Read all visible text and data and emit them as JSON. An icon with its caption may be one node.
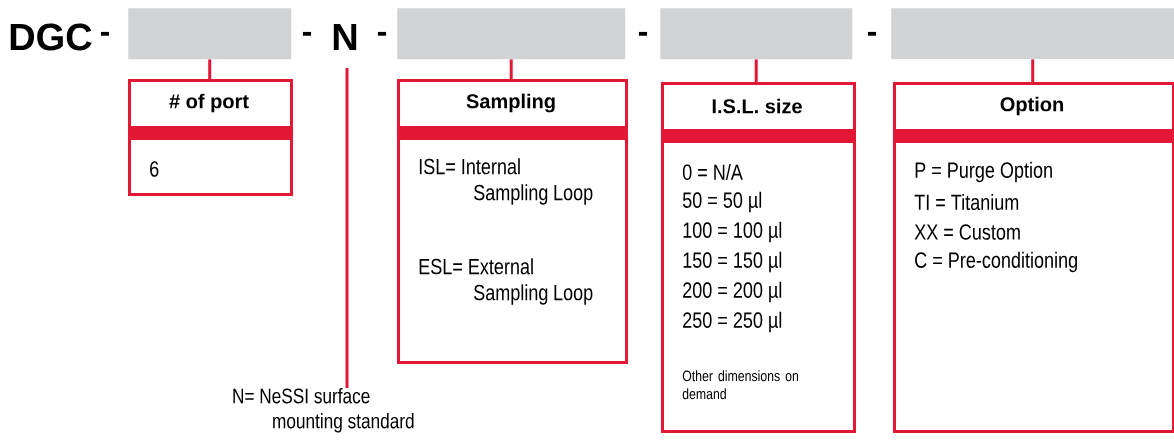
{
  "diagram": {
    "nodes": [
      {
        "text": [],
        "shape": "box"
      },
      {
        "text": [
          "N"
        ]
      },
      {
        "text": [],
        "shape": "box"
      },
      {
        "text": [],
        "shape": "box"
      },
      {
        "text": [],
        "shape": "box"
      },
      {
        "text": [
          "# of port",
          "6"
        ]
      },
      {
        "text": [
          "Sampling",
          "ISL= Internal Sampling Loop",
          "ESL= External Sampling Loop"
        ]
      },
      {
        "text": [
          "I.S.L. size",
          "0 = N/A",
          "50 = 50 µl",
          "100 = 100 µl",
          "150 = 150 µl",
          "200 = 200 µl",
          "250 = 250 µl",
          "Other dimensions on demand"
        ]
      },
      {
        "text": [
          "Option",
          "P = Purge Option",
          "TI = Titanium",
          "XX = Custom",
          "C = Pre-conditioning"
        ]
      },
      {
        "text": [
          "N= NeSSI surface mounting standard"
        ]
      }
    ],
    "edges": [
      {
        "from": 0,
        "to": 5,
        "arrow": "none"
      },
      {
        "from": 2,
        "to": 6,
        "arrow": "none"
      },
      {
        "from": 3,
        "to": 7,
        "arrow": "none"
      },
      {
        "from": 4,
        "to": 8,
        "arrow": "none"
      },
      {
        "from": 1,
        "to": 9,
        "arrow": "none"
      }
    ],
    "labels": [
      "DGC",
      "-",
      "-",
      "-",
      "-",
      "-"
    ]
  }
}
